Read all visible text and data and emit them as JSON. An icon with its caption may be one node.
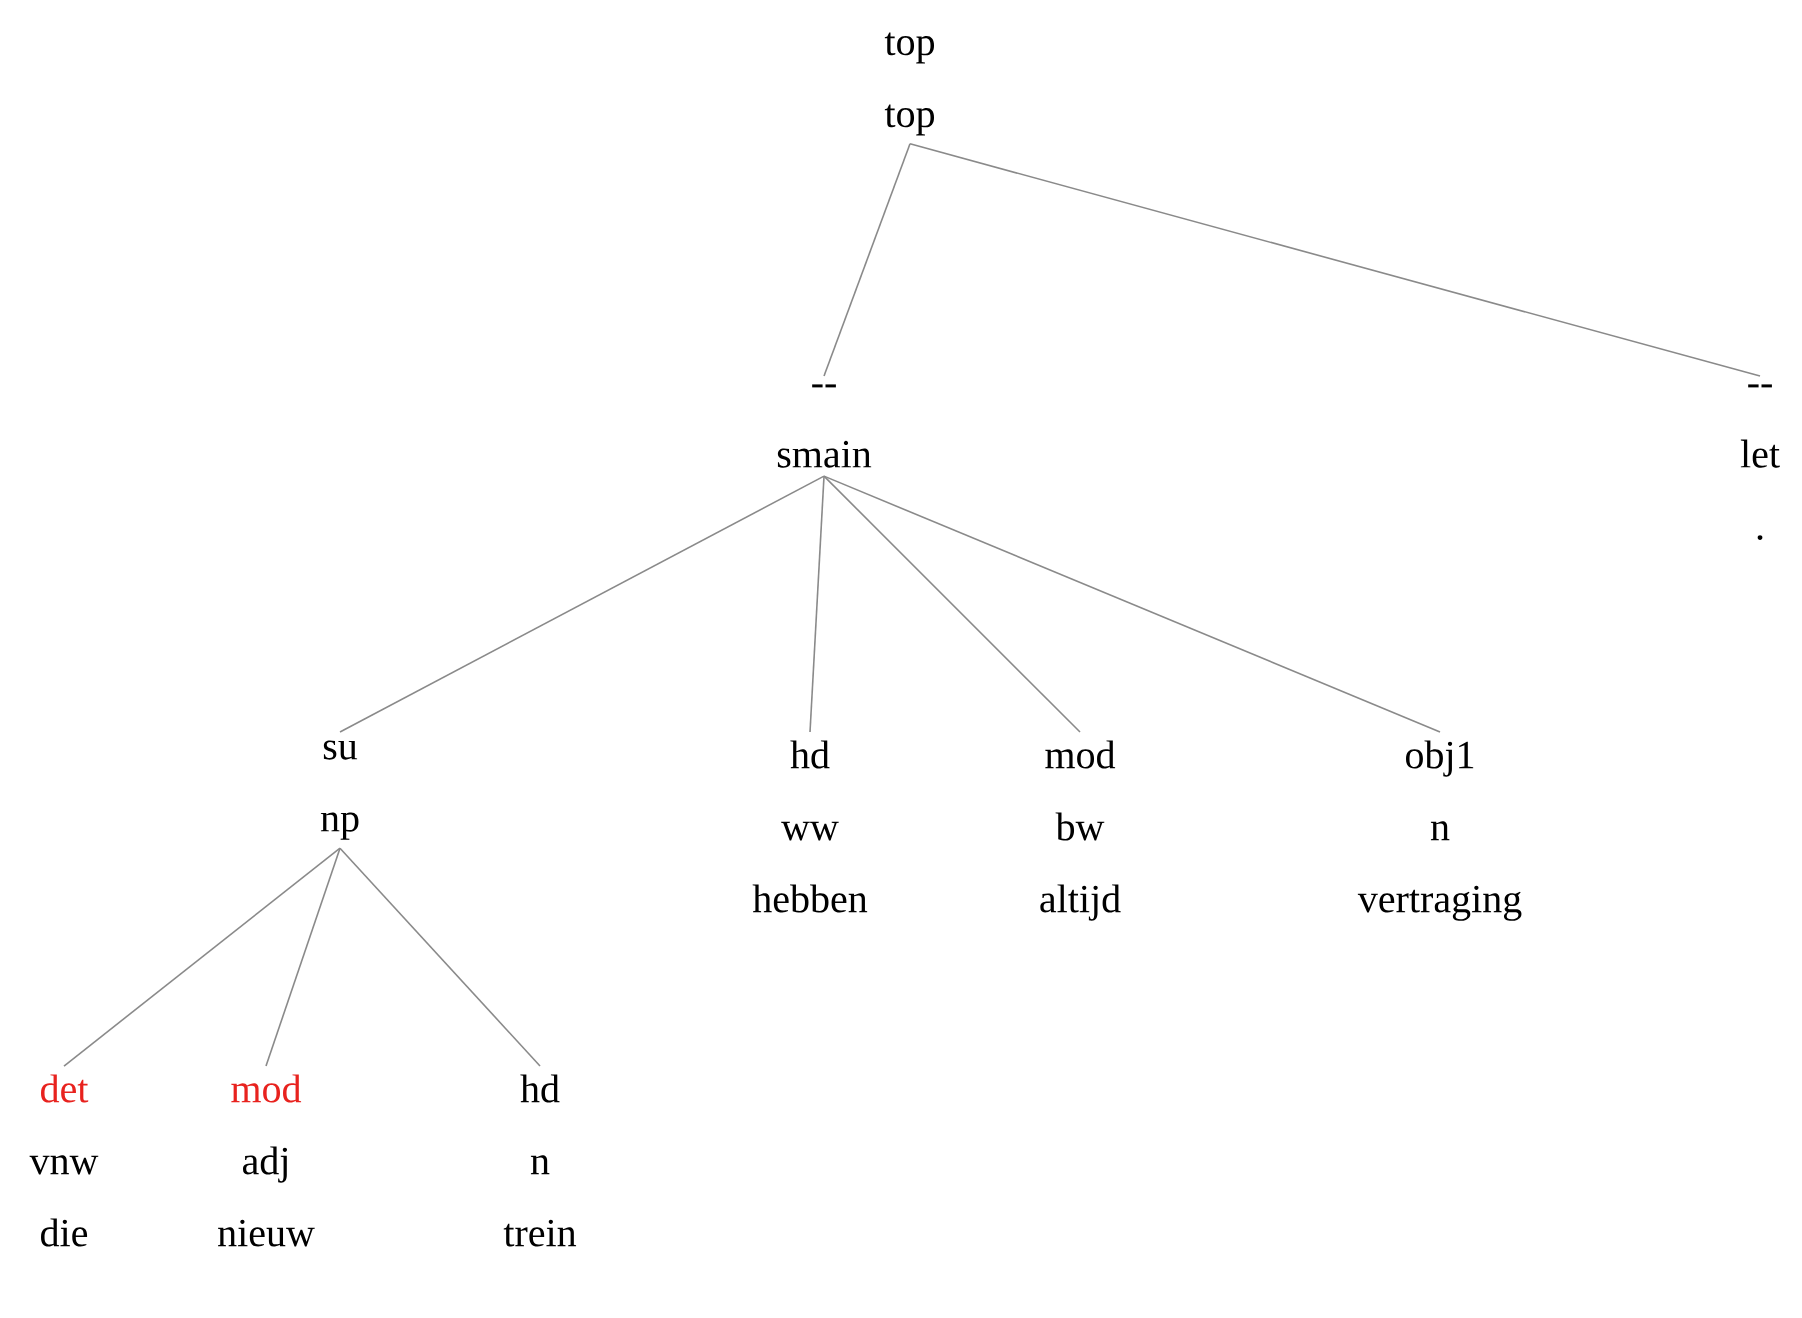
{
  "diagram": {
    "nodes": [
      {
        "text": [
          "top",
          "top"
        ]
      },
      {
        "text": [
          "--",
          "smain"
        ]
      },
      {
        "text": [
          "--",
          "let",
          "."
        ]
      },
      {
        "text": [
          "su",
          "np"
        ]
      },
      {
        "text": [
          "hd",
          "ww",
          "hebben"
        ]
      },
      {
        "text": [
          "mod",
          "bw",
          "altijd"
        ]
      },
      {
        "text": [
          "obj1",
          "n",
          "vertraging"
        ]
      },
      {
        "text": [
          "det",
          "vnw",
          "die"
        ]
      },
      {
        "text": [
          "mod",
          "adj",
          "nieuw"
        ]
      },
      {
        "text": [
          "hd",
          "n",
          "trein"
        ]
      }
    ],
    "edges": [
      {
        "from": 0,
        "to": 1,
        "arrow": "none"
      },
      {
        "from": 0,
        "to": 2,
        "arrow": "none"
      },
      {
        "from": 1,
        "to": 3,
        "arrow": "none"
      },
      {
        "from": 1,
        "to": 4,
        "arrow": "none"
      },
      {
        "from": 1,
        "to": 5,
        "arrow": "none"
      },
      {
        "from": 1,
        "to": 6,
        "arrow": "none"
      },
      {
        "from": 3,
        "to": 7,
        "arrow": "none"
      },
      {
        "from": 3,
        "to": 8,
        "arrow": "none"
      },
      {
        "from": 3,
        "to": 9,
        "arrow": "none"
      }
    ]
  }
}
